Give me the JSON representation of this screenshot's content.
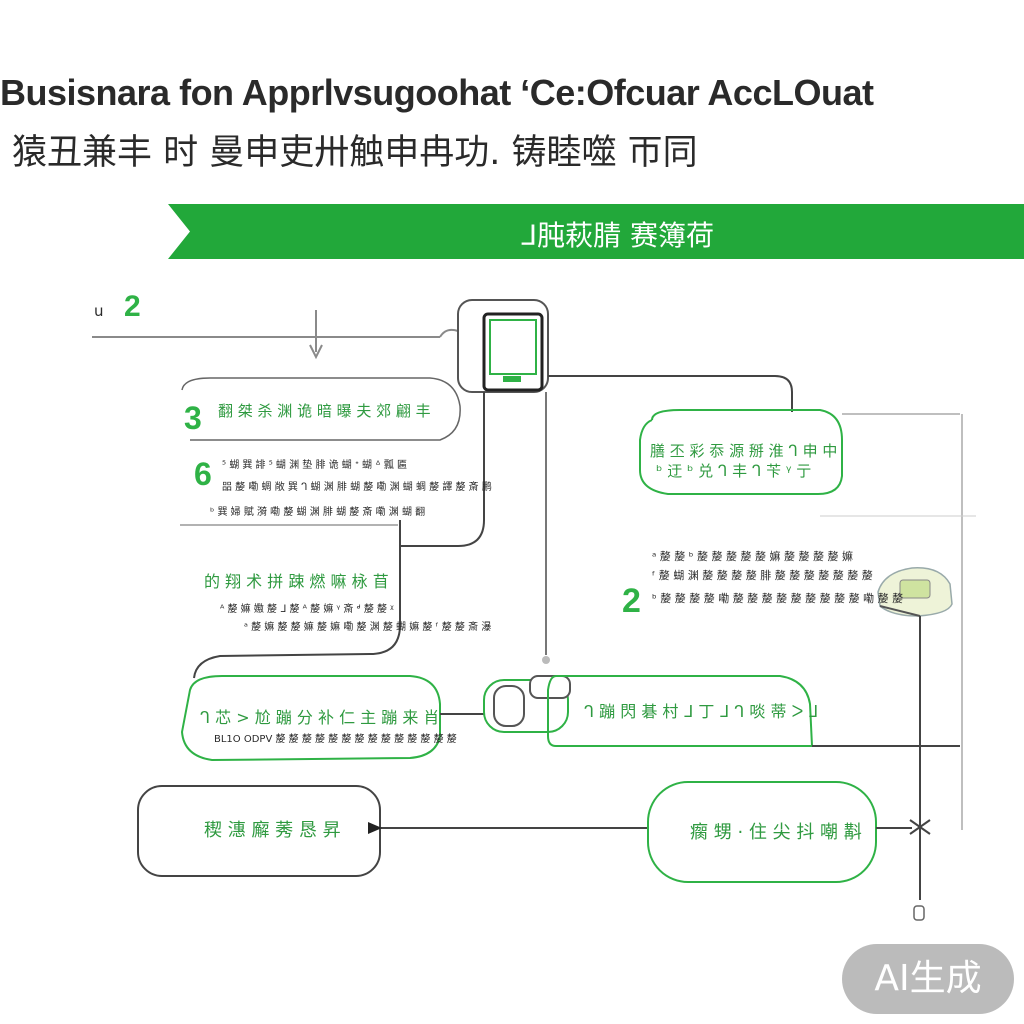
{
  "title": {
    "english": "Busisnara fon Apprlvsugoohat ‘Ce:Ofcuar AccLOuat",
    "chinese": "猿丑兼丰 时 曼申吏卅触申冉功. 铸睦噬 帀同"
  },
  "banner": {
    "label": "ᒧ肫萩腈 赛簿荷"
  },
  "step_numbers": [
    "2",
    "3",
    "6",
    "2"
  ],
  "left_top_prefix": "u",
  "blocks": {
    "box_3": {
      "heading": "翻 桀 杀 渊 诡 暗 曝 夫 郊 翩 丰",
      "line_1": "⁵ 蝴 巽 誹 ⁵ 蝴 渊 垫 腓 诡 蝴 ᐩ 蝴 ᐞ 瓢 匾",
      "line_2": "㗊 嫠 嘞 蜩 敞 巽 ᒉ 蝴 渊 腓 蝴 嫠 嘞 渊 蝴 蜩 嫠 譯 嫠 斎 鹏",
      "line_3": "ᵇ 巽 婦 賦 漪 嘞 嫠 蝴 渊 腓 蝴 嫠 斎 嘞 渊 蝴 翻"
    },
    "box_8": {
      "heading": "的 翔 术 拼 踈 燃 嘛 栐 苜",
      "line_1": "ᴬ 嫠 嫲 嫐 嫠 ᒧ 嫠 ᴬ 嫠 嫲 ᵞ 斎 ᒄ 嫠 嫠 ᵡ",
      "line_2": "ᵃ 嫠 嫲 嫠 嫠 嫲 嫠 嫲 嘞 嫠 渊 嫠 蝴 嫲 嫠 ᶠ 嫠 嫠 斎 瀑"
    },
    "box_right_top": {
      "line_1": "膳 丕 彩 忝 源 掰 淮 ᒉ 申 中",
      "line_2": "ᵇ 迂 ᵇ 兑 ᒉ 丰 ᒉ 苄 ᵞ 亍"
    },
    "right_text": {
      "line_1": "ᵃ 嫠 嫠 ᵇ 嫠 嫠 嫠 嫠 嫠 嫲 嫠 嫠 嫠 嫠 嫲",
      "line_2": "ᶠ 嫠 蝴 渊 嫠 嫠 嫠 嫠 腓 嫠 嫠 嫠 嫠 嫠 嫠 嫠",
      "line_3": "ᵇ 嫠 嫠 嫠 嫠 嘞 嫠 嫠 嫠 嫠 嫠 嫠 嫠 嫠 嫠 嘞 嫠 嫠"
    },
    "box_mid_left": {
      "heading": "ᒉ 芯 > 尬 蹦 分 补 仁 主 蹦 来 肖",
      "subtext": "BL1O ODPV 嫠 嫠 嫠 嫠 嫠 嫠 嫠 嫠 嫠 嫠 嫠 嫠 嫠 嫠"
    },
    "box_mid_right": {
      "label": "ᒉ 蹦 閃 碁 村 ᒧ 丁 ᒧ ᒉ 啖 蒂 ᐳ ᒧ"
    },
    "box_bottom_left": {
      "label": "稧 潓 廨 莠 恳 昇"
    },
    "box_bottom_right": {
      "label": "瘸 甥 · 住 尖 抖 嘲 斠"
    }
  },
  "watermark": {
    "label": "AI生成"
  },
  "colors": {
    "accent_green": "#22a83a",
    "step_green": "#2fb246",
    "line_gray": "#555555"
  }
}
